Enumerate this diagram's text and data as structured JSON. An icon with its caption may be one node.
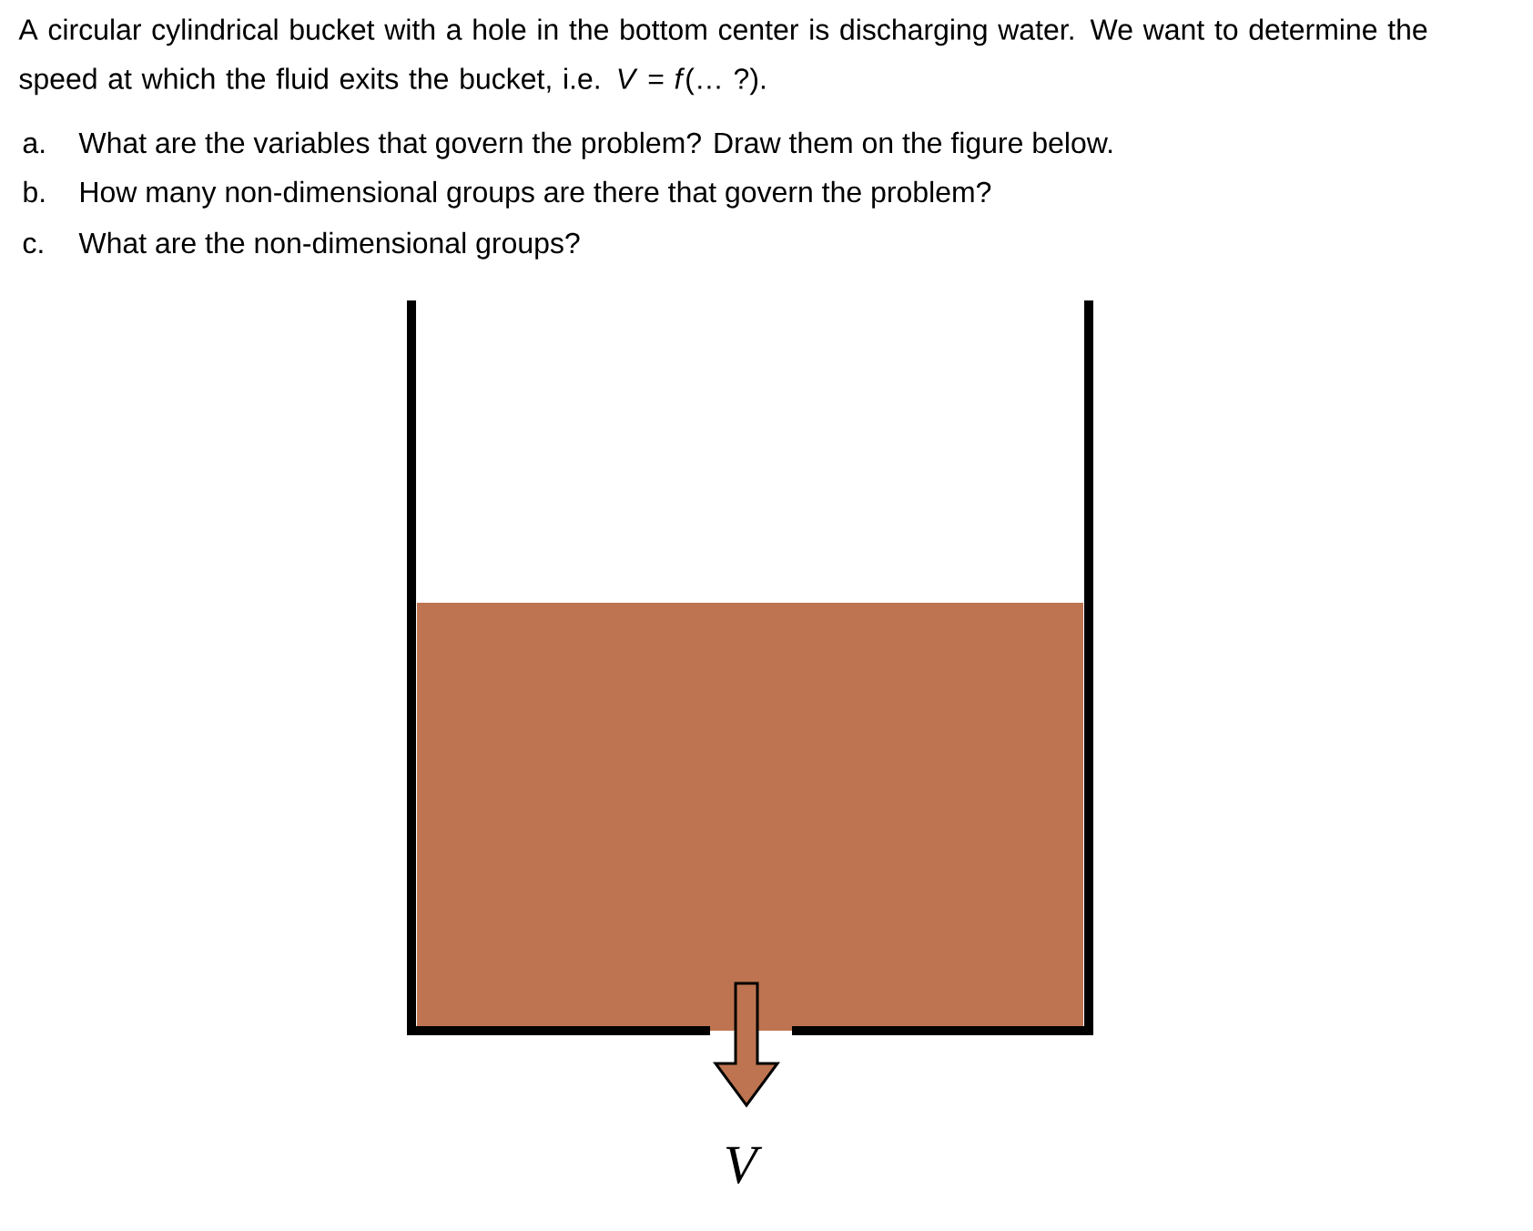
{
  "diagram": {
    "labels": [
      "A circular cylindrical bucket with a hole in the bottom center is discharging water. We want to determine the speed at which the fluid exits the bucket, i.e. *V* = *f*(… ?).",
      "a.",
      "What are the variables that govern the problem? Draw them on the figure below.",
      "b.",
      "How many non-dimensional groups are there that govern the problem?",
      "c.",
      "What are the non-dimensional groups?",
      "*V*"
    ]
  }
}
